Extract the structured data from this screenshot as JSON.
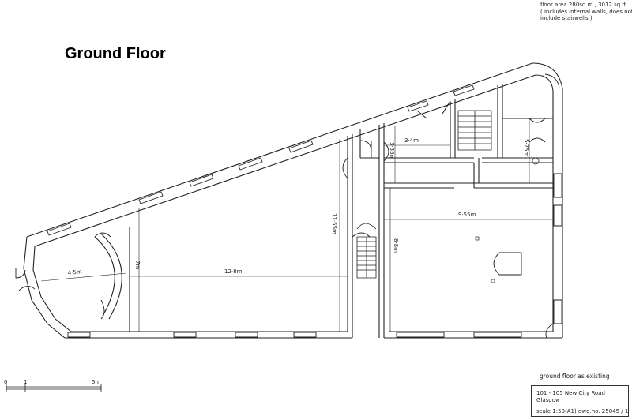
{
  "title": "Ground Floor",
  "floor_area_note": [
    "floor area  280sq.m., 3012 sq.ft",
    "( includes  internal walls, does not",
    "include  stairwells )"
  ],
  "dimensions": {
    "d_4_5": "4·5m",
    "d_7": "7m",
    "d_12_8": "12·8m",
    "d_11_55": "11·55m",
    "d_3_4": "3·4m",
    "d_3_55": "3·55m",
    "d_5_75": "5·75m",
    "d_9_55": "9·55m",
    "d_8": "8·8m"
  },
  "scale_bar": {
    "zero": "0",
    "one": "1",
    "five": "5m"
  },
  "existing_label": "ground floor as existing",
  "title_block": {
    "address_line1": "101 - 105 New City Road",
    "address_line2": "Glasgow",
    "scale_line": "scale  1:50(A1)  dwg.no. 25045 / 1"
  },
  "colors": {
    "line": "#222222",
    "background": "#ffffff"
  }
}
